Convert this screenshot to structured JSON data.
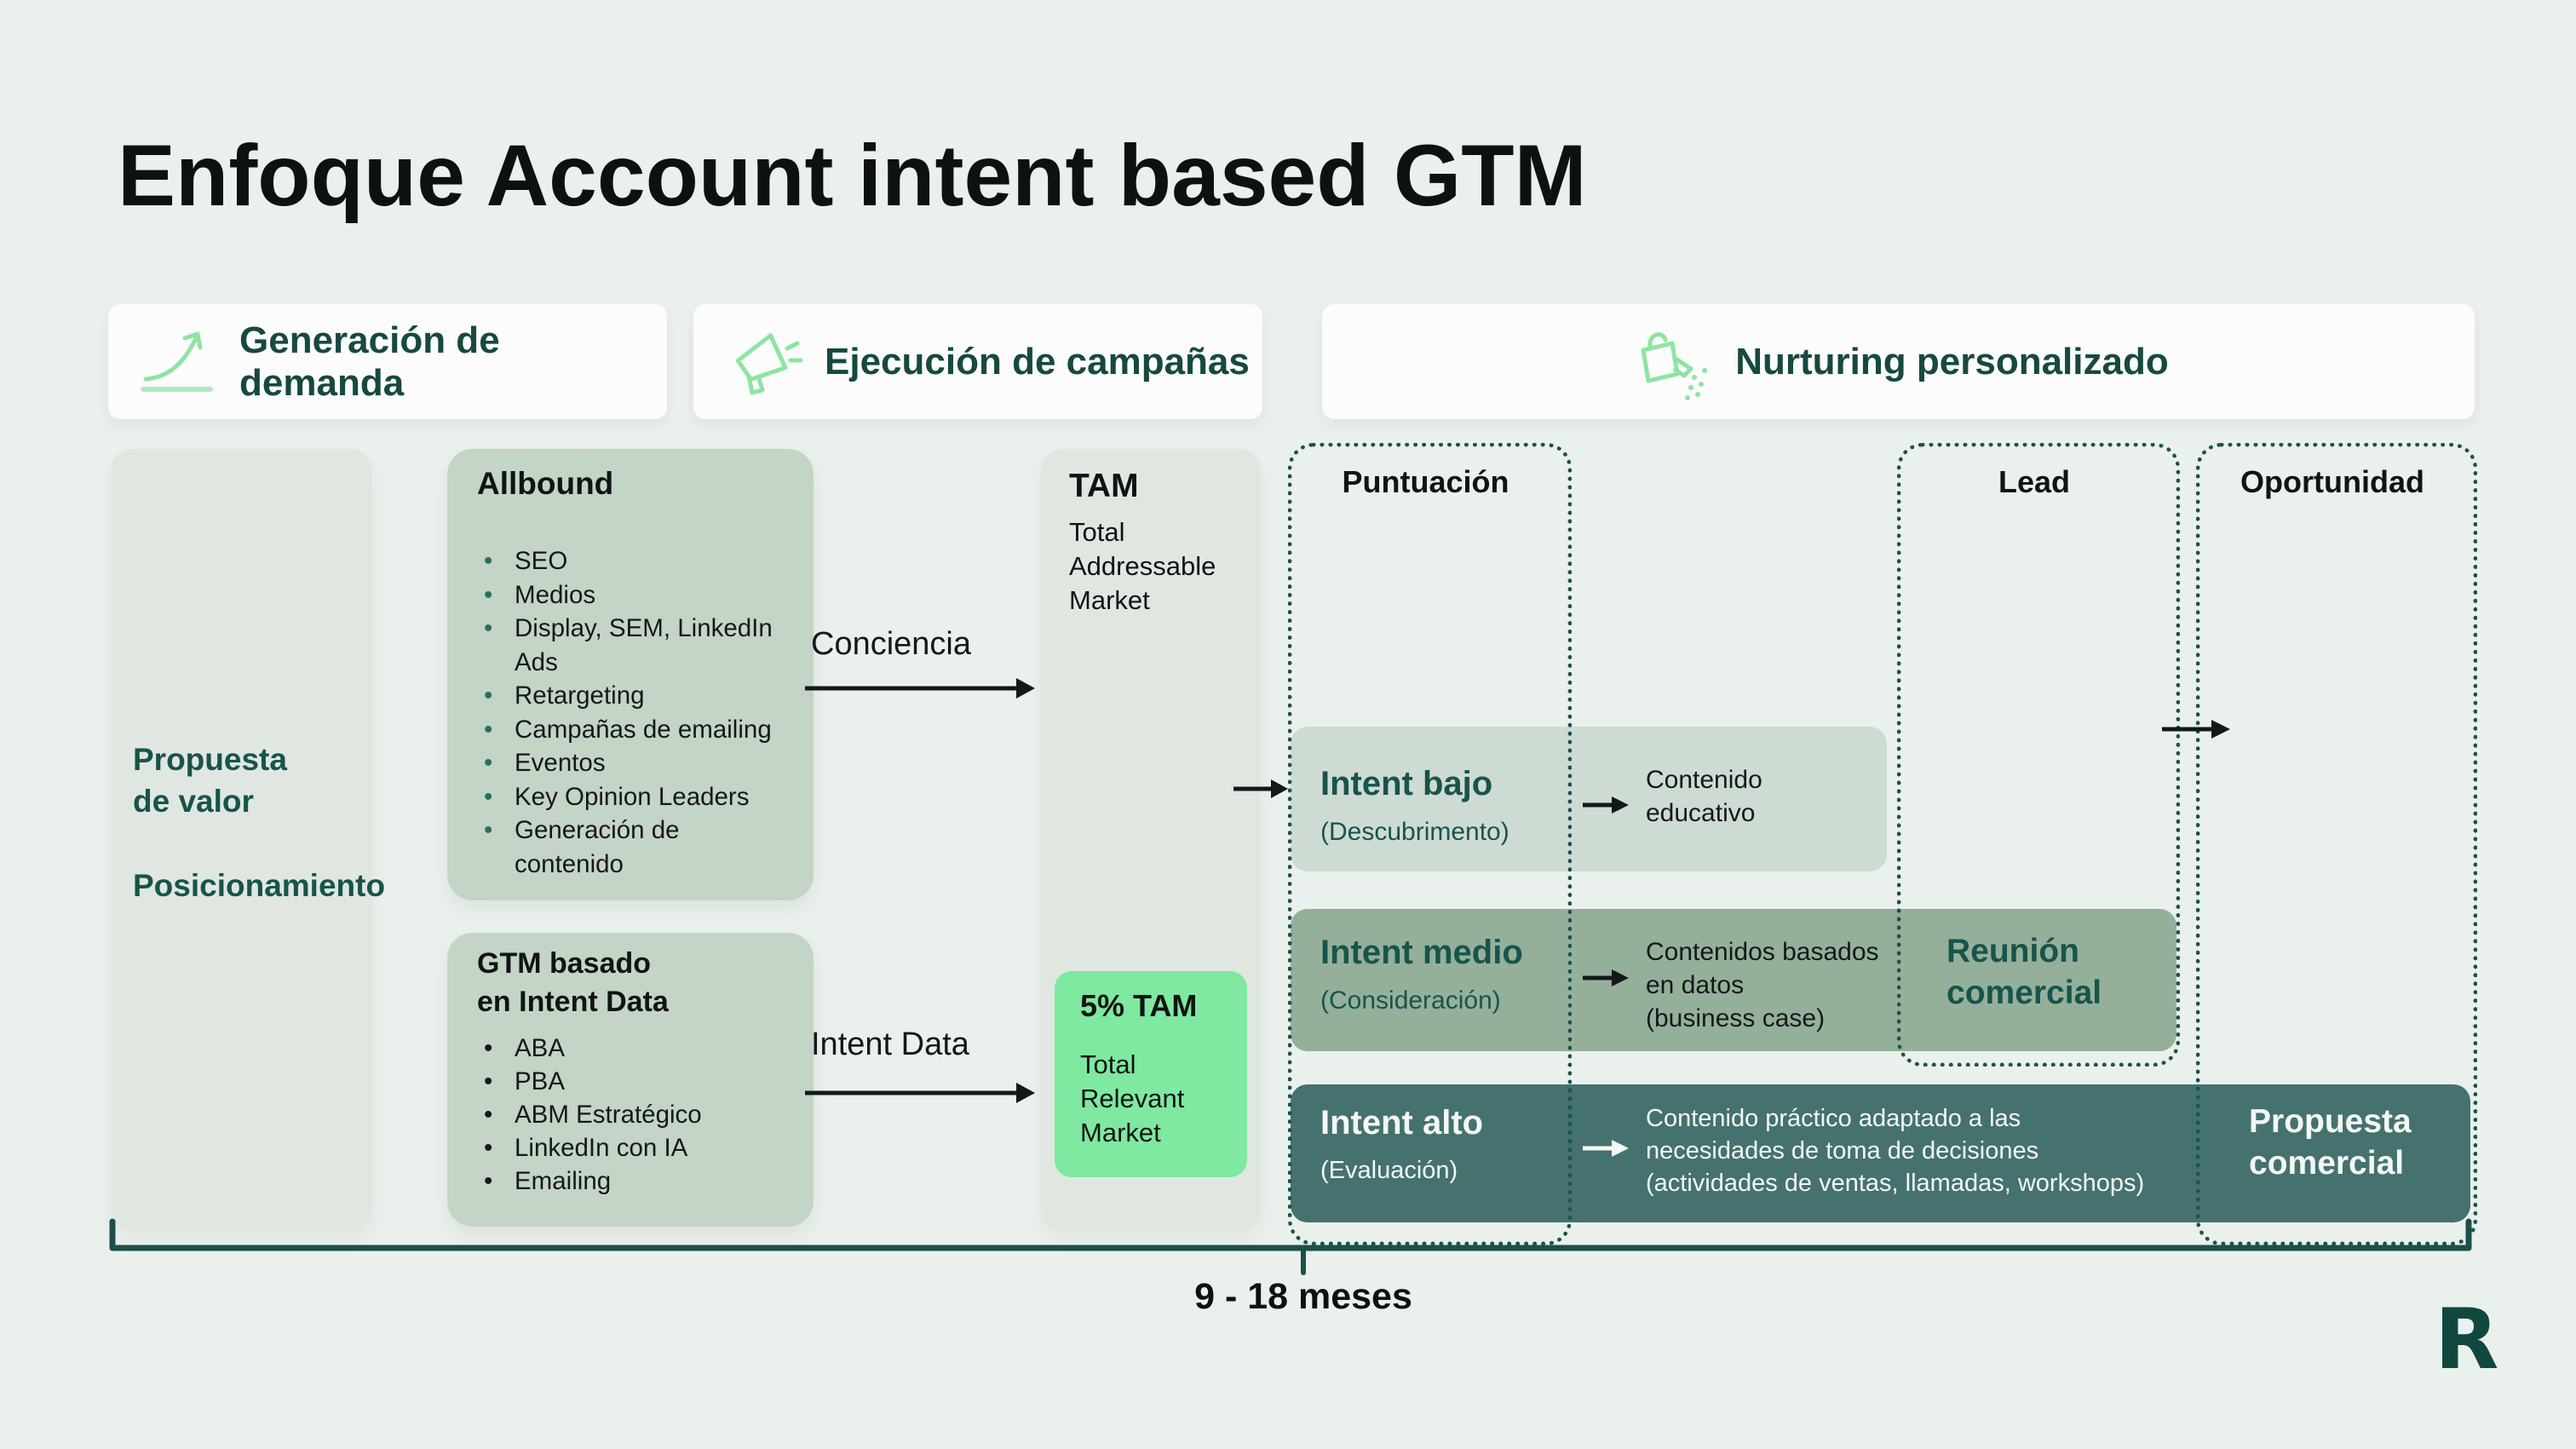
{
  "page": {
    "title": "Enfoque Account intent based GTM"
  },
  "phases": {
    "demand": {
      "label": "Generación de demanda",
      "icon": "growth-chart-icon"
    },
    "campaigns": {
      "label": "Ejecución de campañas",
      "icon": "megaphone-icon"
    },
    "nurturing": {
      "label": "Nurturing personalizado",
      "icon": "watering-can-icon"
    }
  },
  "value_column": {
    "proposition": "Propuesta\nde valor",
    "positioning": "Posicionamiento"
  },
  "allbound": {
    "title": "Allbound",
    "items": [
      "SEO",
      "Medios",
      "Display, SEM, LinkedIn Ads",
      "Retargeting",
      "Campañas de emailing",
      "Eventos",
      "Key Opinion Leaders",
      "Generación de contenido"
    ]
  },
  "gtm_intent": {
    "title": "GTM basado\nen Intent Data",
    "items": [
      "ABA",
      "PBA",
      "ABM Estratégico",
      "LinkedIn con IA",
      "Emailing"
    ]
  },
  "flow_labels": {
    "conciencia": "Conciencia",
    "intent_data": "Intent Data"
  },
  "tam": {
    "title": "TAM",
    "subtitle": "Total\nAddressable\nMarket"
  },
  "trm": {
    "title": "5% TAM",
    "subtitle": "Total\nRelevant\nMarket"
  },
  "stage_columns": {
    "scoring": "Puntuación",
    "lead": "Lead",
    "opportunity": "Oportunidad"
  },
  "intent_rows": {
    "low": {
      "level": "Intent bajo",
      "phase": "(Descubrimento)",
      "content": "Contenido\neducativo"
    },
    "mid": {
      "level": "Intent medio",
      "phase": "(Consideración)",
      "content": "Contenidos basados\nen datos\n(business case)",
      "outcome": "Reunión\ncomercial"
    },
    "high": {
      "level": "Intent alto",
      "phase": "(Evaluación)",
      "content": "Contenido práctico adaptado a las\nnecesidades de toma de decisiones\n(actividades de ventas, llamadas, workshops)",
      "outcome": "Propuesta\ncomercial"
    }
  },
  "timeline": {
    "label": "9 - 18 meses"
  },
  "logo": {
    "letter": "R"
  },
  "colors": {
    "background": "#eaf0eb",
    "accent_green": "#8ee4a3",
    "teal_text": "#17544c",
    "sage_box": "#c4d4c7",
    "soft_column": "#e0e7e1",
    "row_low": "#cedbd3",
    "row_mid": "#94b09b",
    "row_high": "#45726e",
    "trm_green": "#7fe8a1",
    "dotted_border": "#1d524d"
  }
}
